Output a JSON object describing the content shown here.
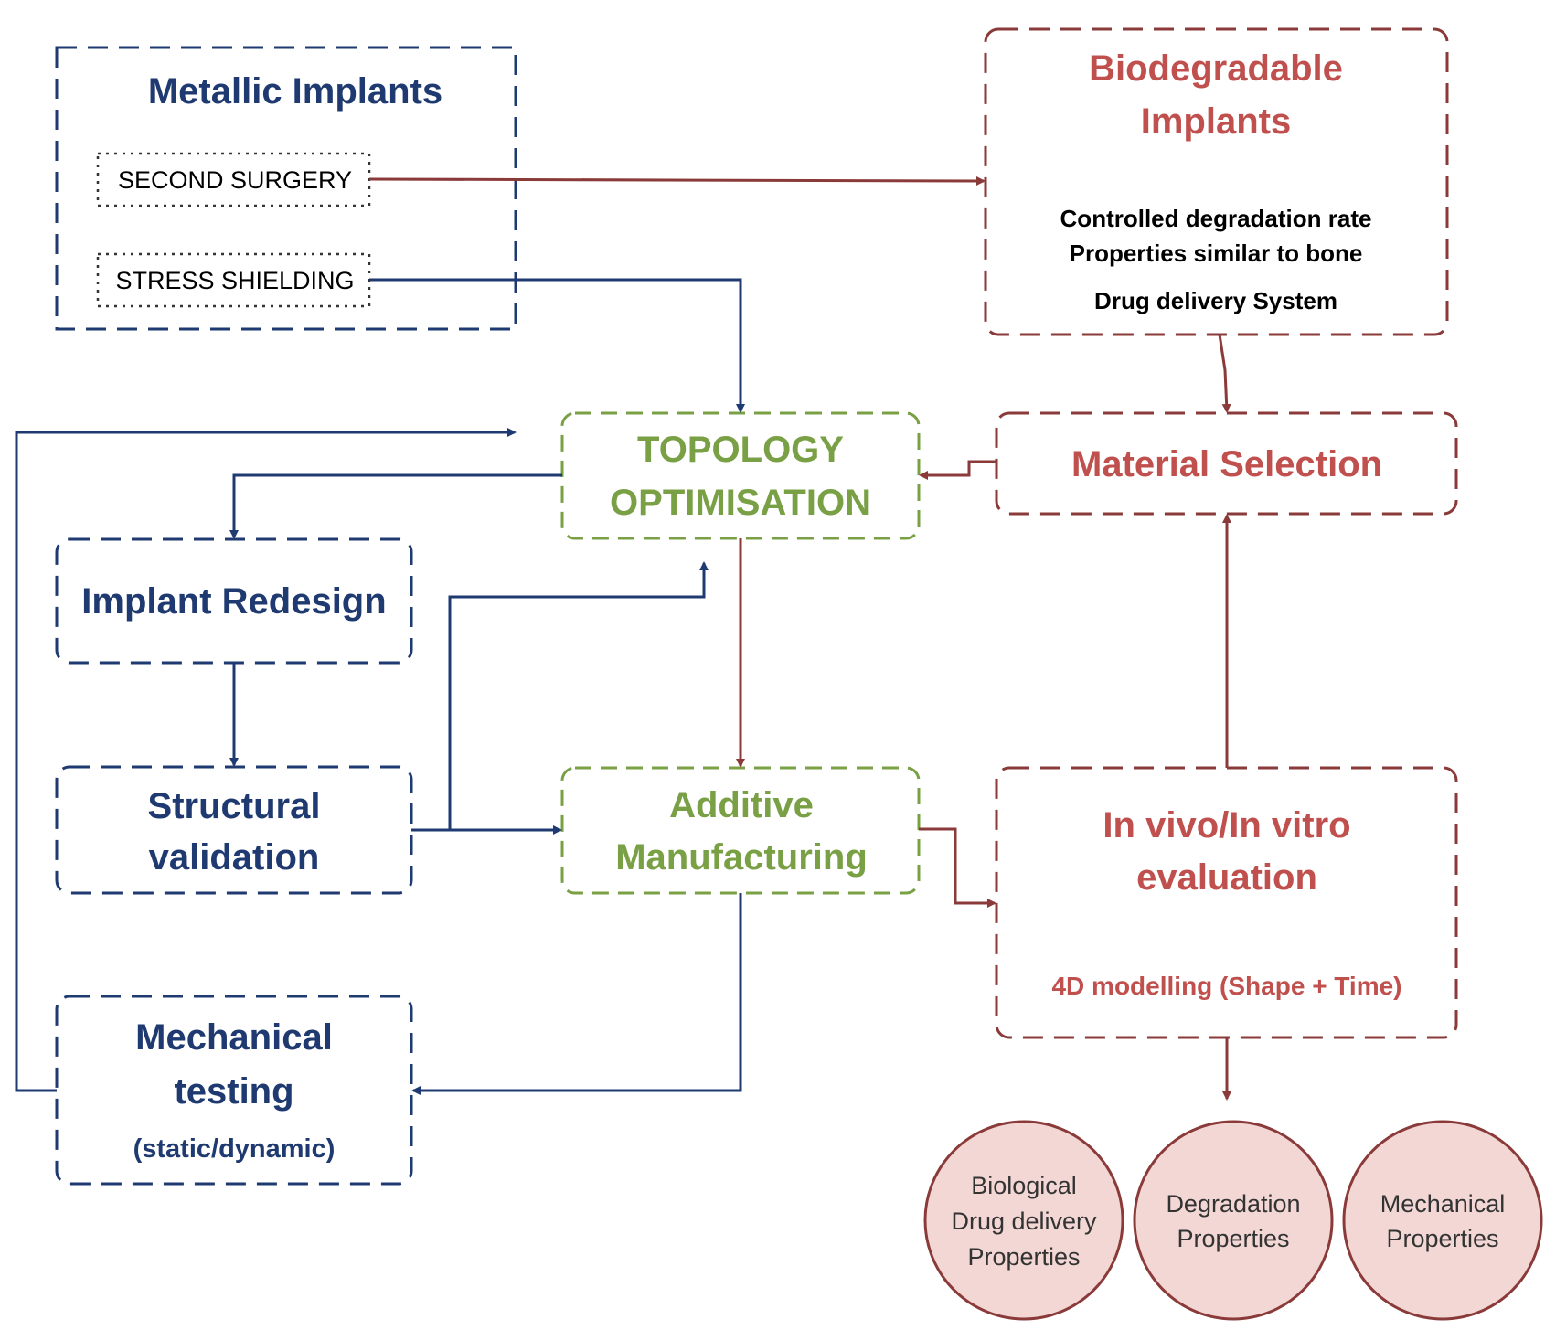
{
  "nodes": {
    "metallic": {
      "title": "Metallic Implants",
      "item1": "SECOND SURGERY",
      "item2": "STRESS SHIELDING"
    },
    "biodegradable": {
      "title_line1": "Biodegradable",
      "title_line2": "Implants",
      "prop1": "Controlled degradation rate",
      "prop2": "Properties similar to bone",
      "prop3": "Drug delivery System"
    },
    "topology": {
      "line1": "TOPOLOGY",
      "line2": "OPTIMISATION"
    },
    "material": {
      "title": "Material Selection"
    },
    "redesign": {
      "title": "Implant Redesign"
    },
    "structural": {
      "line1": "Structural",
      "line2": "validation"
    },
    "additive": {
      "line1": "Additive",
      "line2": "Manufacturing"
    },
    "invivo": {
      "line1": "In vivo/In vitro",
      "line2": "evaluation",
      "note": "4D modelling (Shape + Time)"
    },
    "mechanical": {
      "line1": "Mechanical",
      "line2": "testing",
      "line3": "(static/dynamic)"
    },
    "circles": [
      {
        "lines": [
          "Biological",
          "Drug delivery",
          "Properties"
        ]
      },
      {
        "lines": [
          "Degradation",
          "Properties"
        ]
      },
      {
        "lines": [
          "Mechanical",
          "Properties"
        ]
      }
    ]
  },
  "colors": {
    "navy": "#1f3a70",
    "red": "#8b3a3a",
    "red_text": "#c0504d",
    "green": "#79a045",
    "circle_fill": "#f2d7d5"
  }
}
